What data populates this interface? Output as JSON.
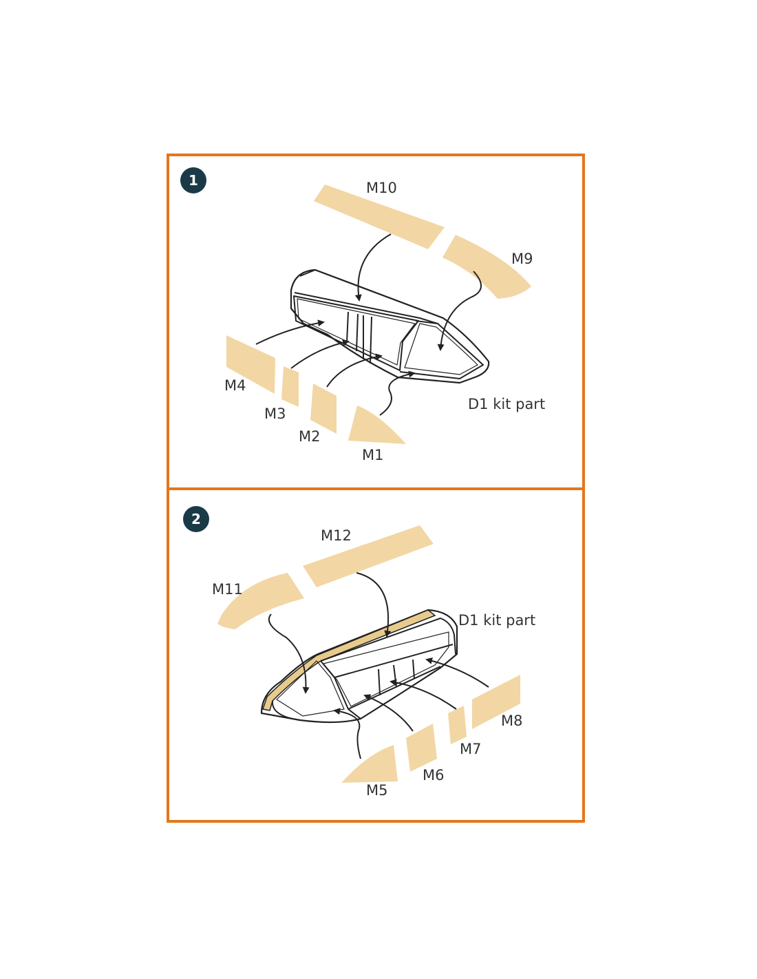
{
  "colors": {
    "border": "#e4761c",
    "mask_fill": "#f2d6a4",
    "badge": "#1b3a47",
    "line": "#222222",
    "text": "#333333"
  },
  "steps": [
    {
      "number": "1",
      "kit_part_label": "D1 kit part",
      "masks": [
        "M10",
        "M9",
        "M4",
        "M3",
        "M2",
        "M1"
      ]
    },
    {
      "number": "2",
      "kit_part_label": "D1 kit part",
      "masks": [
        "M12",
        "M11",
        "M8",
        "M7",
        "M6",
        "M5"
      ]
    }
  ]
}
